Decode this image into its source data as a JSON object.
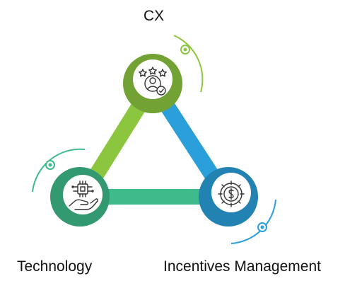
{
  "nodes": {
    "top": {
      "label": "CX",
      "icon": "customer-rating-icon",
      "color": "#8cc63f"
    },
    "left": {
      "label": "Technology",
      "icon": "hand-chip-icon",
      "color": "#3dbb8a"
    },
    "right": {
      "label": "Incentives Management",
      "icon": "dollar-target-icon",
      "color": "#2a9fd9"
    }
  },
  "links": {
    "top_left": "#8cc63f",
    "top_right": "#2a9fd9",
    "left_right": "#3dbb8a"
  }
}
